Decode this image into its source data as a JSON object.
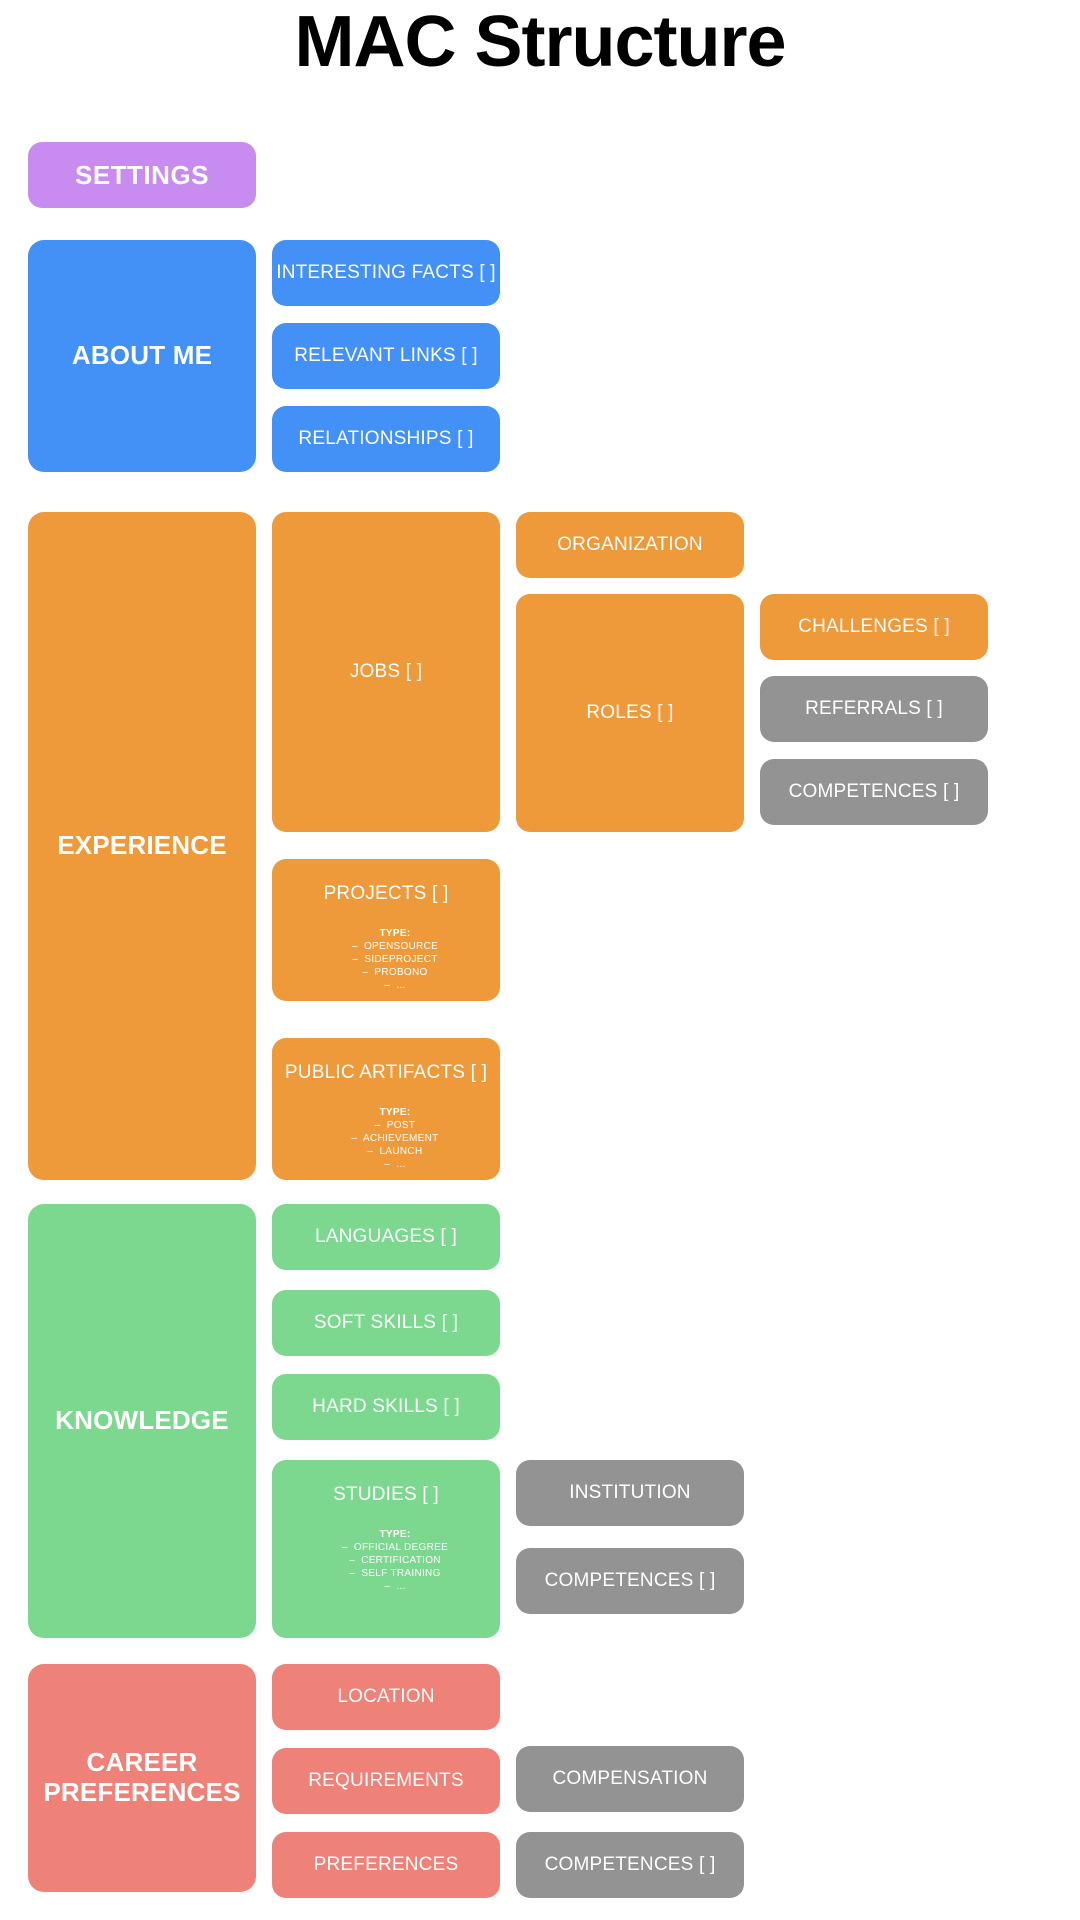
{
  "page": {
    "title": "MAC Structure",
    "background": "#ffffff"
  },
  "colors": {
    "purple": "#C88CF0",
    "blue": "#4390F7",
    "orange": "#EE9A3A",
    "green": "#7CD88E",
    "salmon": "#EE8178",
    "gray": "#939393",
    "text_on_card": "#ffffff",
    "title_text": "#000000"
  },
  "settings": {
    "label": "SETTINGS"
  },
  "about_me": {
    "label": "ABOUT ME",
    "children": [
      {
        "label": "INTERESTING FACTS [ ]"
      },
      {
        "label": "RELEVANT LINKS [ ]"
      },
      {
        "label": "RELATIONSHIPS [ ]"
      }
    ]
  },
  "experience": {
    "label": "EXPERIENCE",
    "jobs": {
      "label": "JOBS [ ]"
    },
    "organization": {
      "label": "ORGANIZATION"
    },
    "roles": {
      "label": "ROLES [ ]"
    },
    "challenges": {
      "label": "CHALLENGES [ ]"
    },
    "referrals": {
      "label": "REFERRALS [ ]"
    },
    "competences": {
      "label": "COMPETENCES [ ]"
    },
    "projects": {
      "label": "PROJECTS [ ]",
      "type_header": "TYPE:",
      "types": [
        "–  OPENSOURCE",
        "–  SIDEPROJECT",
        "–  PROBONO",
        "–  ..."
      ]
    },
    "public_artifacts": {
      "label": "PUBLIC ARTIFACTS [ ]",
      "type_header": "TYPE:",
      "types": [
        "–  POST",
        "–  ACHIEVEMENT",
        "–  LAUNCH",
        "–  ..."
      ]
    }
  },
  "knowledge": {
    "label": "KNOWLEDGE",
    "languages": {
      "label": "LANGUAGES [ ]"
    },
    "soft_skills": {
      "label": "SOFT SKILLS [ ]"
    },
    "hard_skills": {
      "label": "HARD SKILLS [ ]"
    },
    "studies": {
      "label": "STUDIES [ ]",
      "type_header": "TYPE:",
      "types": [
        "–  OFFICIAL DEGREE",
        "–  CERTIFICATION",
        "–  SELF TRAINING",
        "–  ..."
      ]
    },
    "institution": {
      "label": "INSTITUTION"
    },
    "competences": {
      "label": "COMPETENCES [ ]"
    }
  },
  "career_preferences": {
    "label": "CAREER\nPREFERENCES",
    "location": {
      "label": "LOCATION"
    },
    "requirements": {
      "label": "REQUIREMENTS"
    },
    "preferences": {
      "label": "PREFERENCES"
    },
    "compensation": {
      "label": "COMPENSATION"
    },
    "competences": {
      "label": "COMPETENCES [ ]"
    }
  }
}
